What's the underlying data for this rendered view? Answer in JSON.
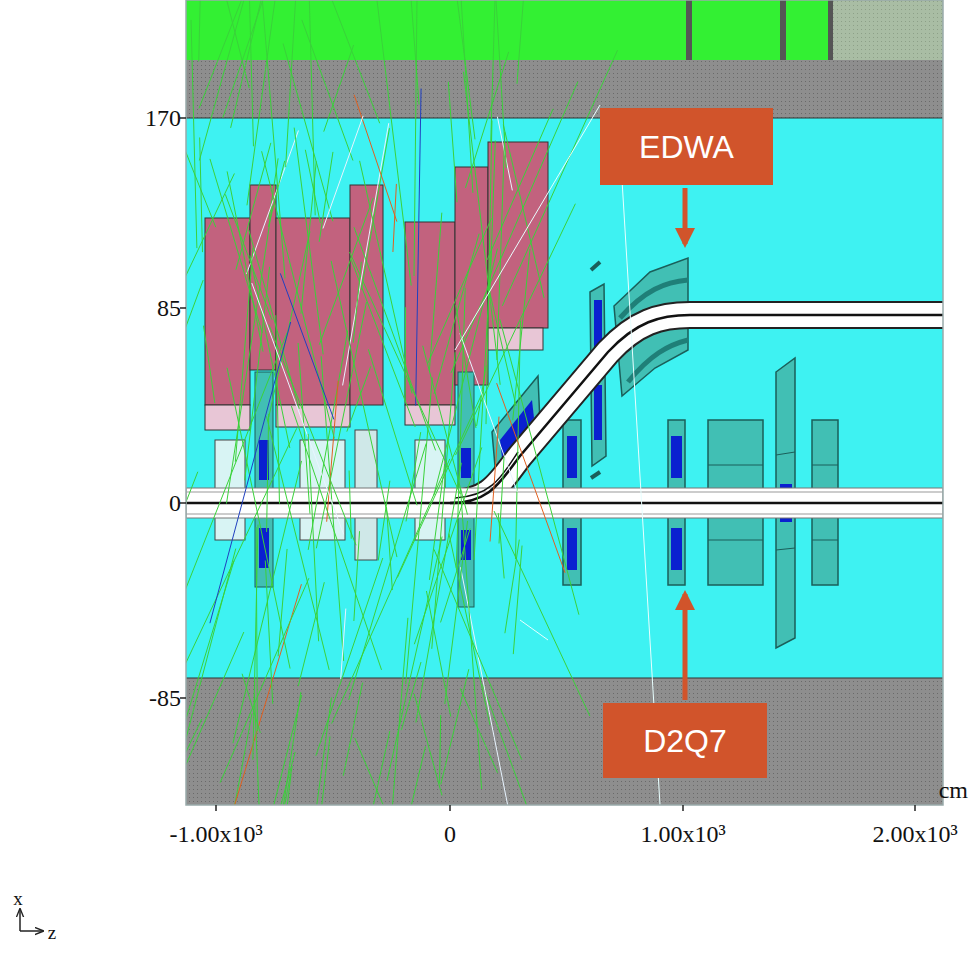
{
  "diagram": {
    "nodes": [
      {
        "text": [
          "EDWA"
        ]
      },
      {
        "text": [
          "D2Q7"
        ]
      }
    ],
    "labels": [
      "170",
      "85",
      "0",
      "-85",
      "-1.00x10³",
      "0",
      "1.00x10³",
      "2.00x10³",
      "cm",
      "x",
      "z"
    ]
  }
}
